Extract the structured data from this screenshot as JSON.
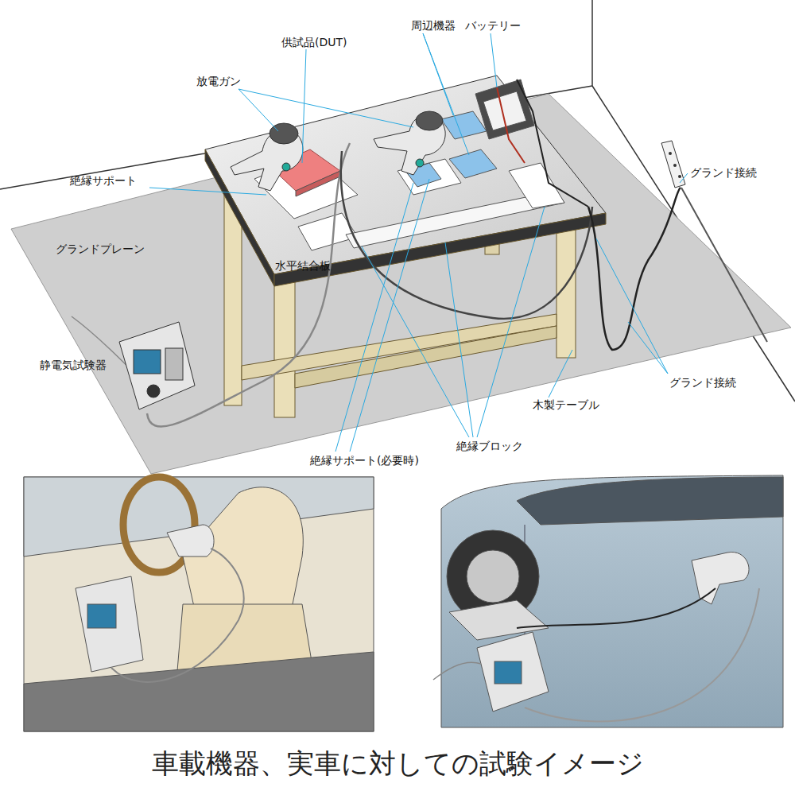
{
  "diagram": {
    "caption": "車載機器、実車に対しての試験イメージ",
    "labels": [
      "放電ガン",
      "供試品(DUT)",
      "周辺機器",
      "バッテリー",
      "絶縁サポート",
      "グランドプレーン",
      "水平結合板",
      "グランド接続",
      "静電気試験器",
      "木製テーブル",
      "グランド接続",
      "絶縁サポート(必要時)",
      "絶縁ブロック"
    ]
  }
}
